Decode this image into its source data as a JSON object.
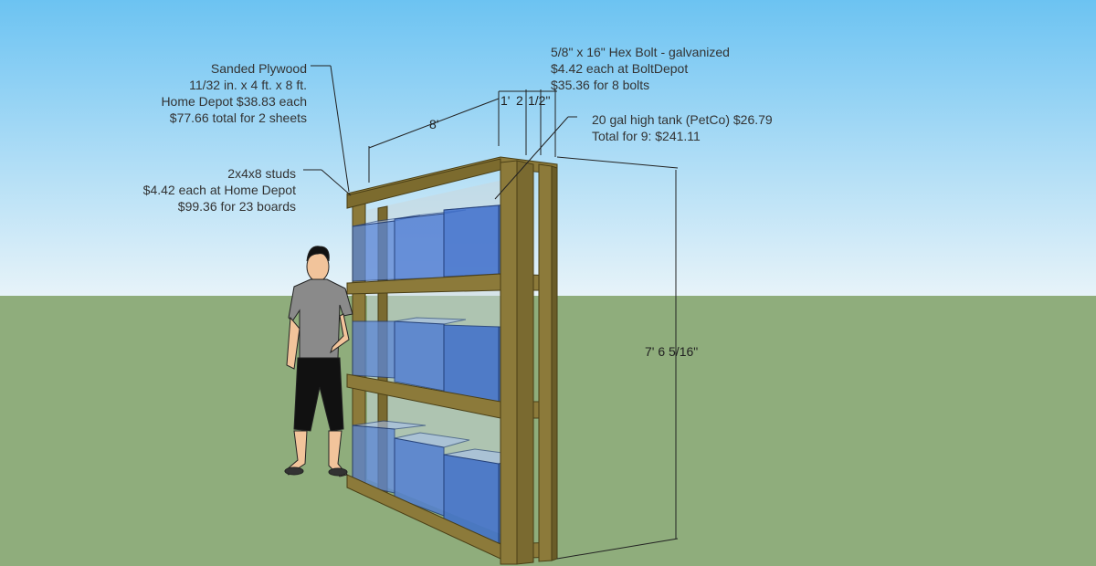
{
  "colors": {
    "sky_top": "#6cc3f2",
    "sky_bottom": "#e7f3f9",
    "ground": "#8fad7c",
    "wood": "#8c7a3a",
    "wood_dark": "#4a3f16",
    "glass": "#5a86d8"
  },
  "notes": {
    "plywood": [
      "Sanded Plywood",
      "11/32 in. x 4 ft. x 8 ft.",
      "Home Depot $38.83 each",
      "$77.66 total for 2 sheets"
    ],
    "studs": [
      "2x4x8 studs",
      "$4.42 each at Home Depot",
      "$99.36 for 23 boards"
    ],
    "bolt": [
      "5/8\" x 16\" Hex Bolt - galvanized",
      "$4.42 each at BoltDepot",
      "$35.36 for 8 bolts"
    ],
    "tank": [
      "20 gal high tank (PetCo) $26.79",
      "Total for 9: $241.11"
    ]
  },
  "dimensions": {
    "length": "8'",
    "depth": "1'",
    "gap": "2",
    "bolt_offset": "1/2\"",
    "height": "7' 6 5/16\""
  }
}
